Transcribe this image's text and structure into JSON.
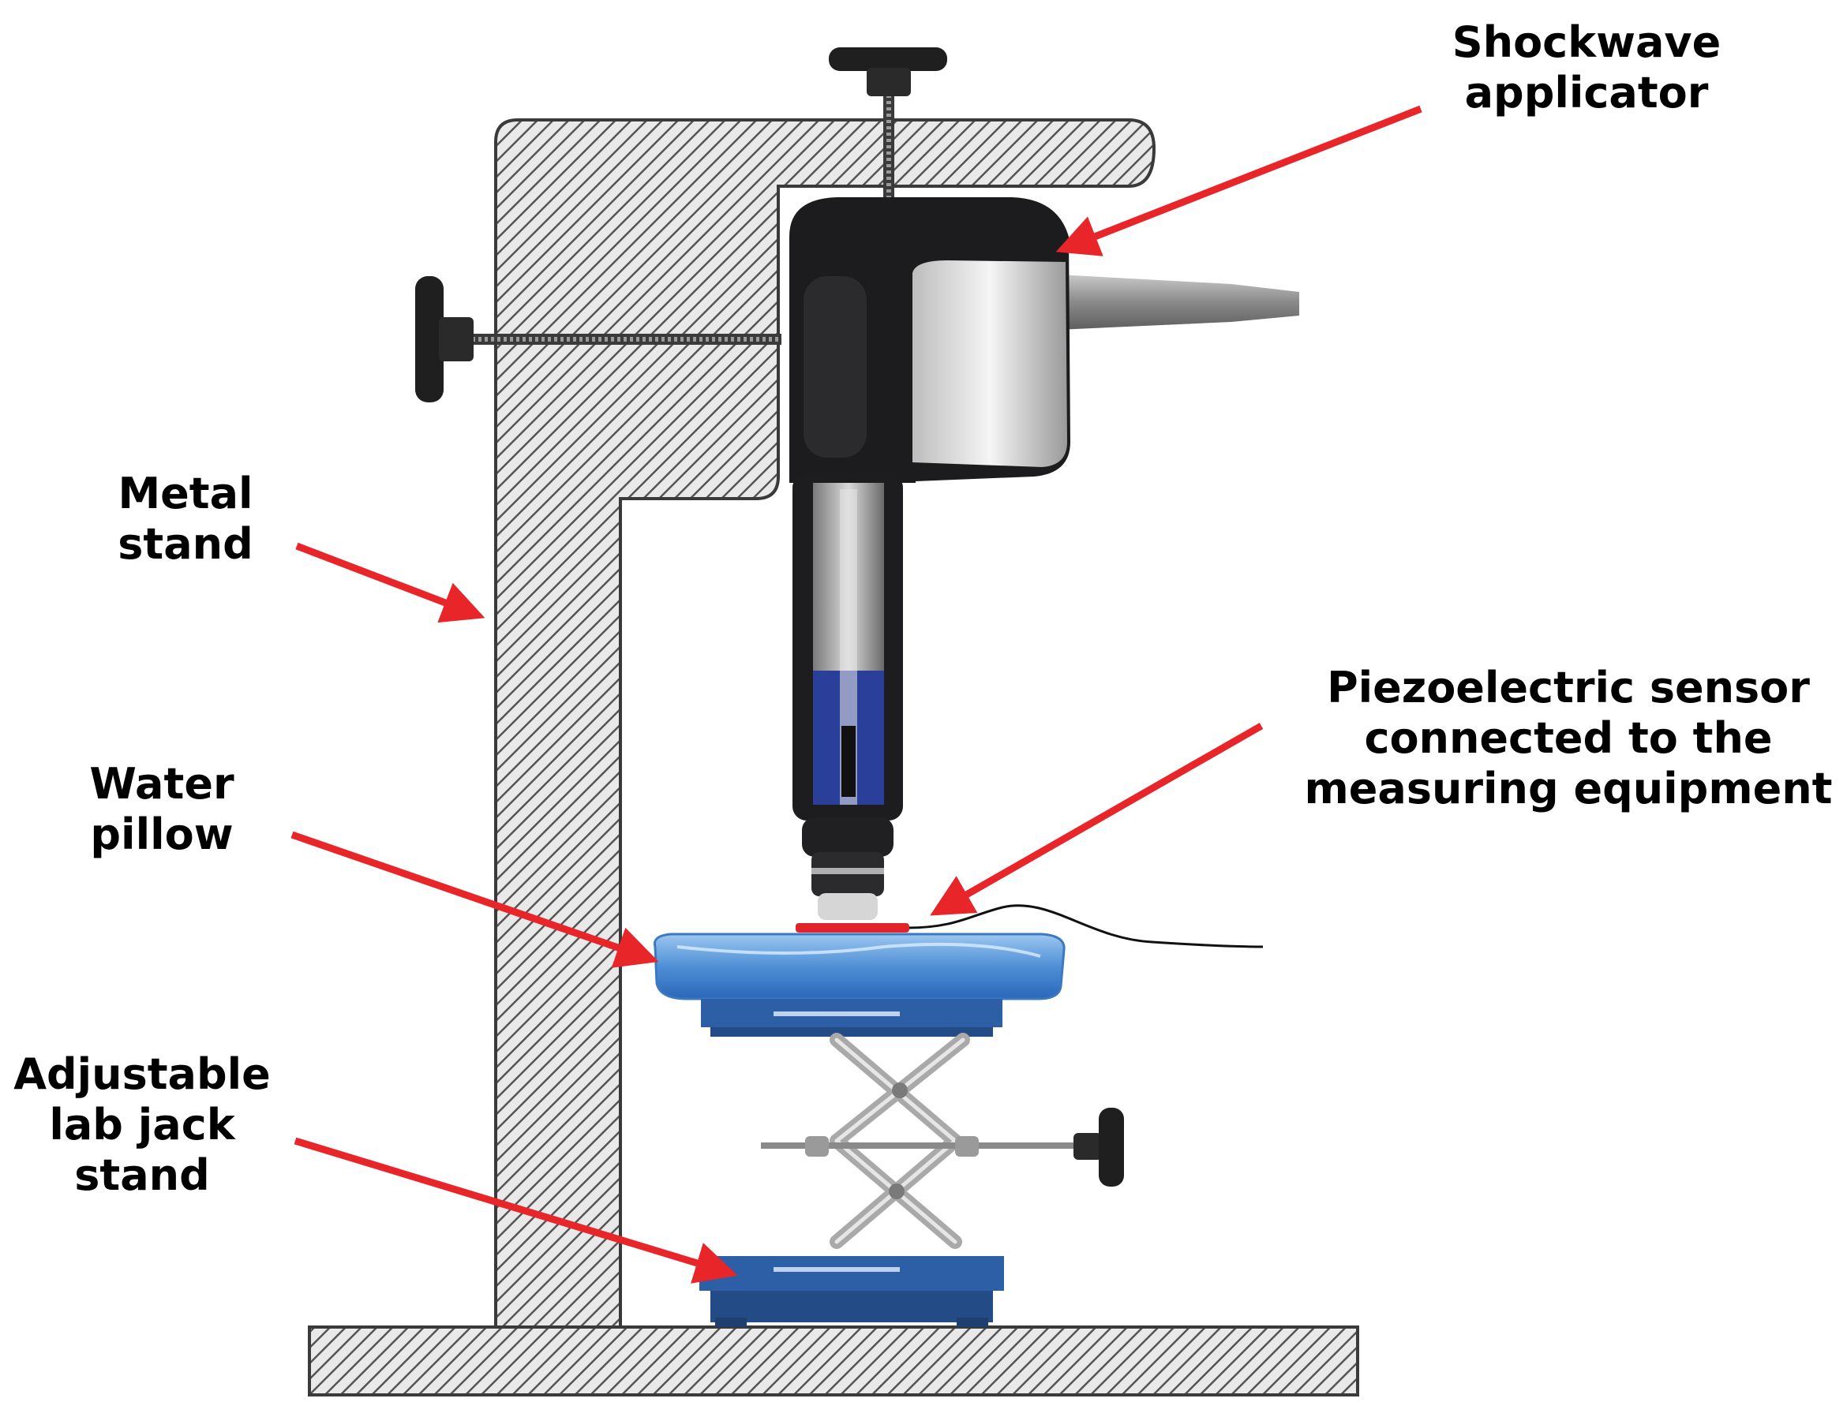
{
  "labels": {
    "shockwave_applicator": [
      "Shockwave",
      "applicator"
    ],
    "metal_stand": [
      "Metal",
      "stand"
    ],
    "piezoelectric_sensor": [
      "Piezoelectric sensor",
      "connected to the",
      "measuring equipment"
    ],
    "water_pillow": [
      "Water",
      "pillow"
    ],
    "lab_jack_stand": [
      "Adjustable",
      "lab jack",
      "stand"
    ]
  },
  "colors": {
    "arrow": "#e8262a",
    "hatch": "#555555",
    "hatch_bg": "#e9e9e9",
    "applicator_body": "#1c1c1e",
    "applicator_accent": "#2a3f9a",
    "water": "#4f8fd6",
    "jack_plate": "#2c5fa6",
    "sensor": "#e0242a"
  }
}
